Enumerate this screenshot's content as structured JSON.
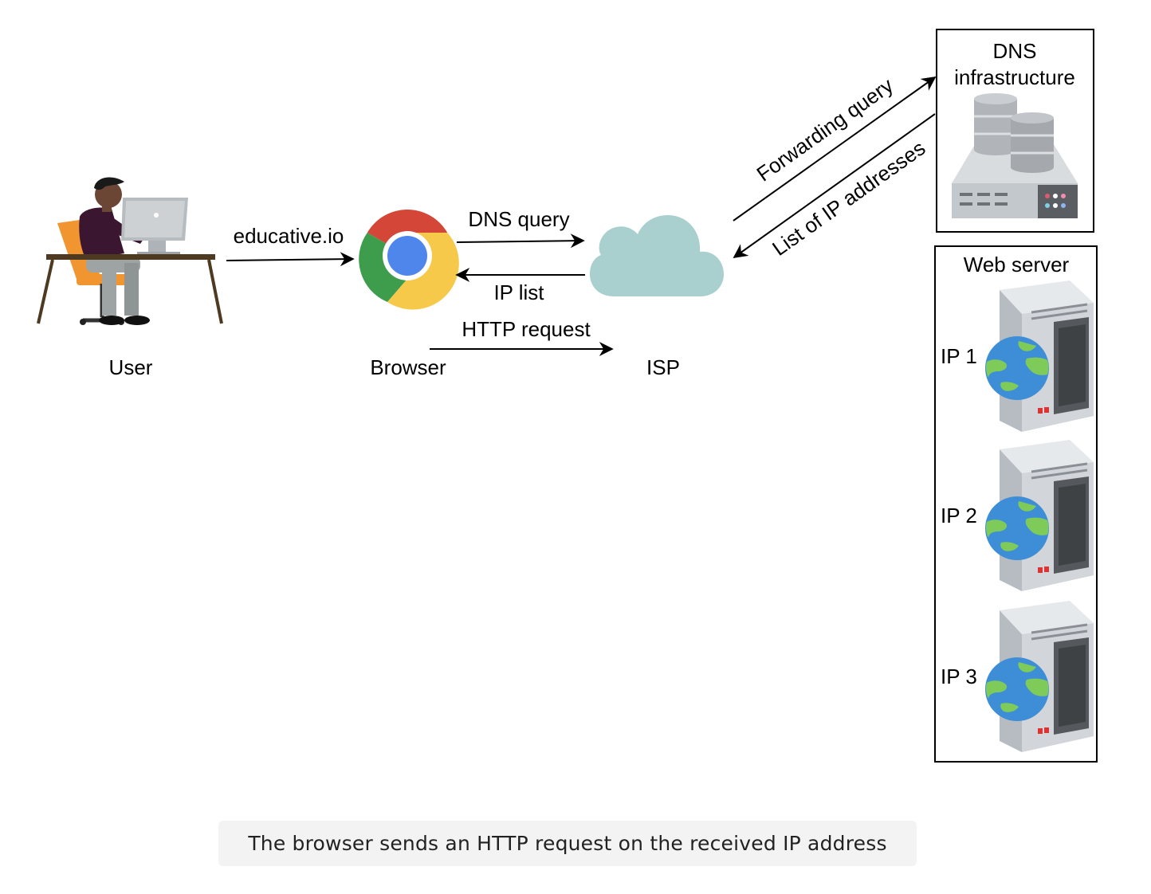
{
  "nodes": {
    "user": "User",
    "browser": "Browser",
    "isp": "ISP",
    "dns": {
      "line1": "DNS",
      "line2": "infrastructure"
    },
    "web_server": "Web server"
  },
  "edges": {
    "url": "educative.io",
    "dns_query": "DNS query",
    "ip_list": "IP list",
    "http_request": "HTTP request",
    "forwarding_query": "Forwarding query",
    "list_of_ips": "List of IP addresses"
  },
  "servers": [
    "IP 1",
    "IP 2",
    "IP 3"
  ],
  "caption": "The browser sends an HTTP request on the received IP address",
  "colors": {
    "chrome_red": "#d44637",
    "chrome_green": "#3e9c4d",
    "chrome_yellow": "#f6c94a",
    "chrome_blue": "#4e86eb",
    "cloud": "#a9cfcf",
    "globe_blue": "#3d8ed6",
    "globe_green": "#7ecb5a"
  }
}
